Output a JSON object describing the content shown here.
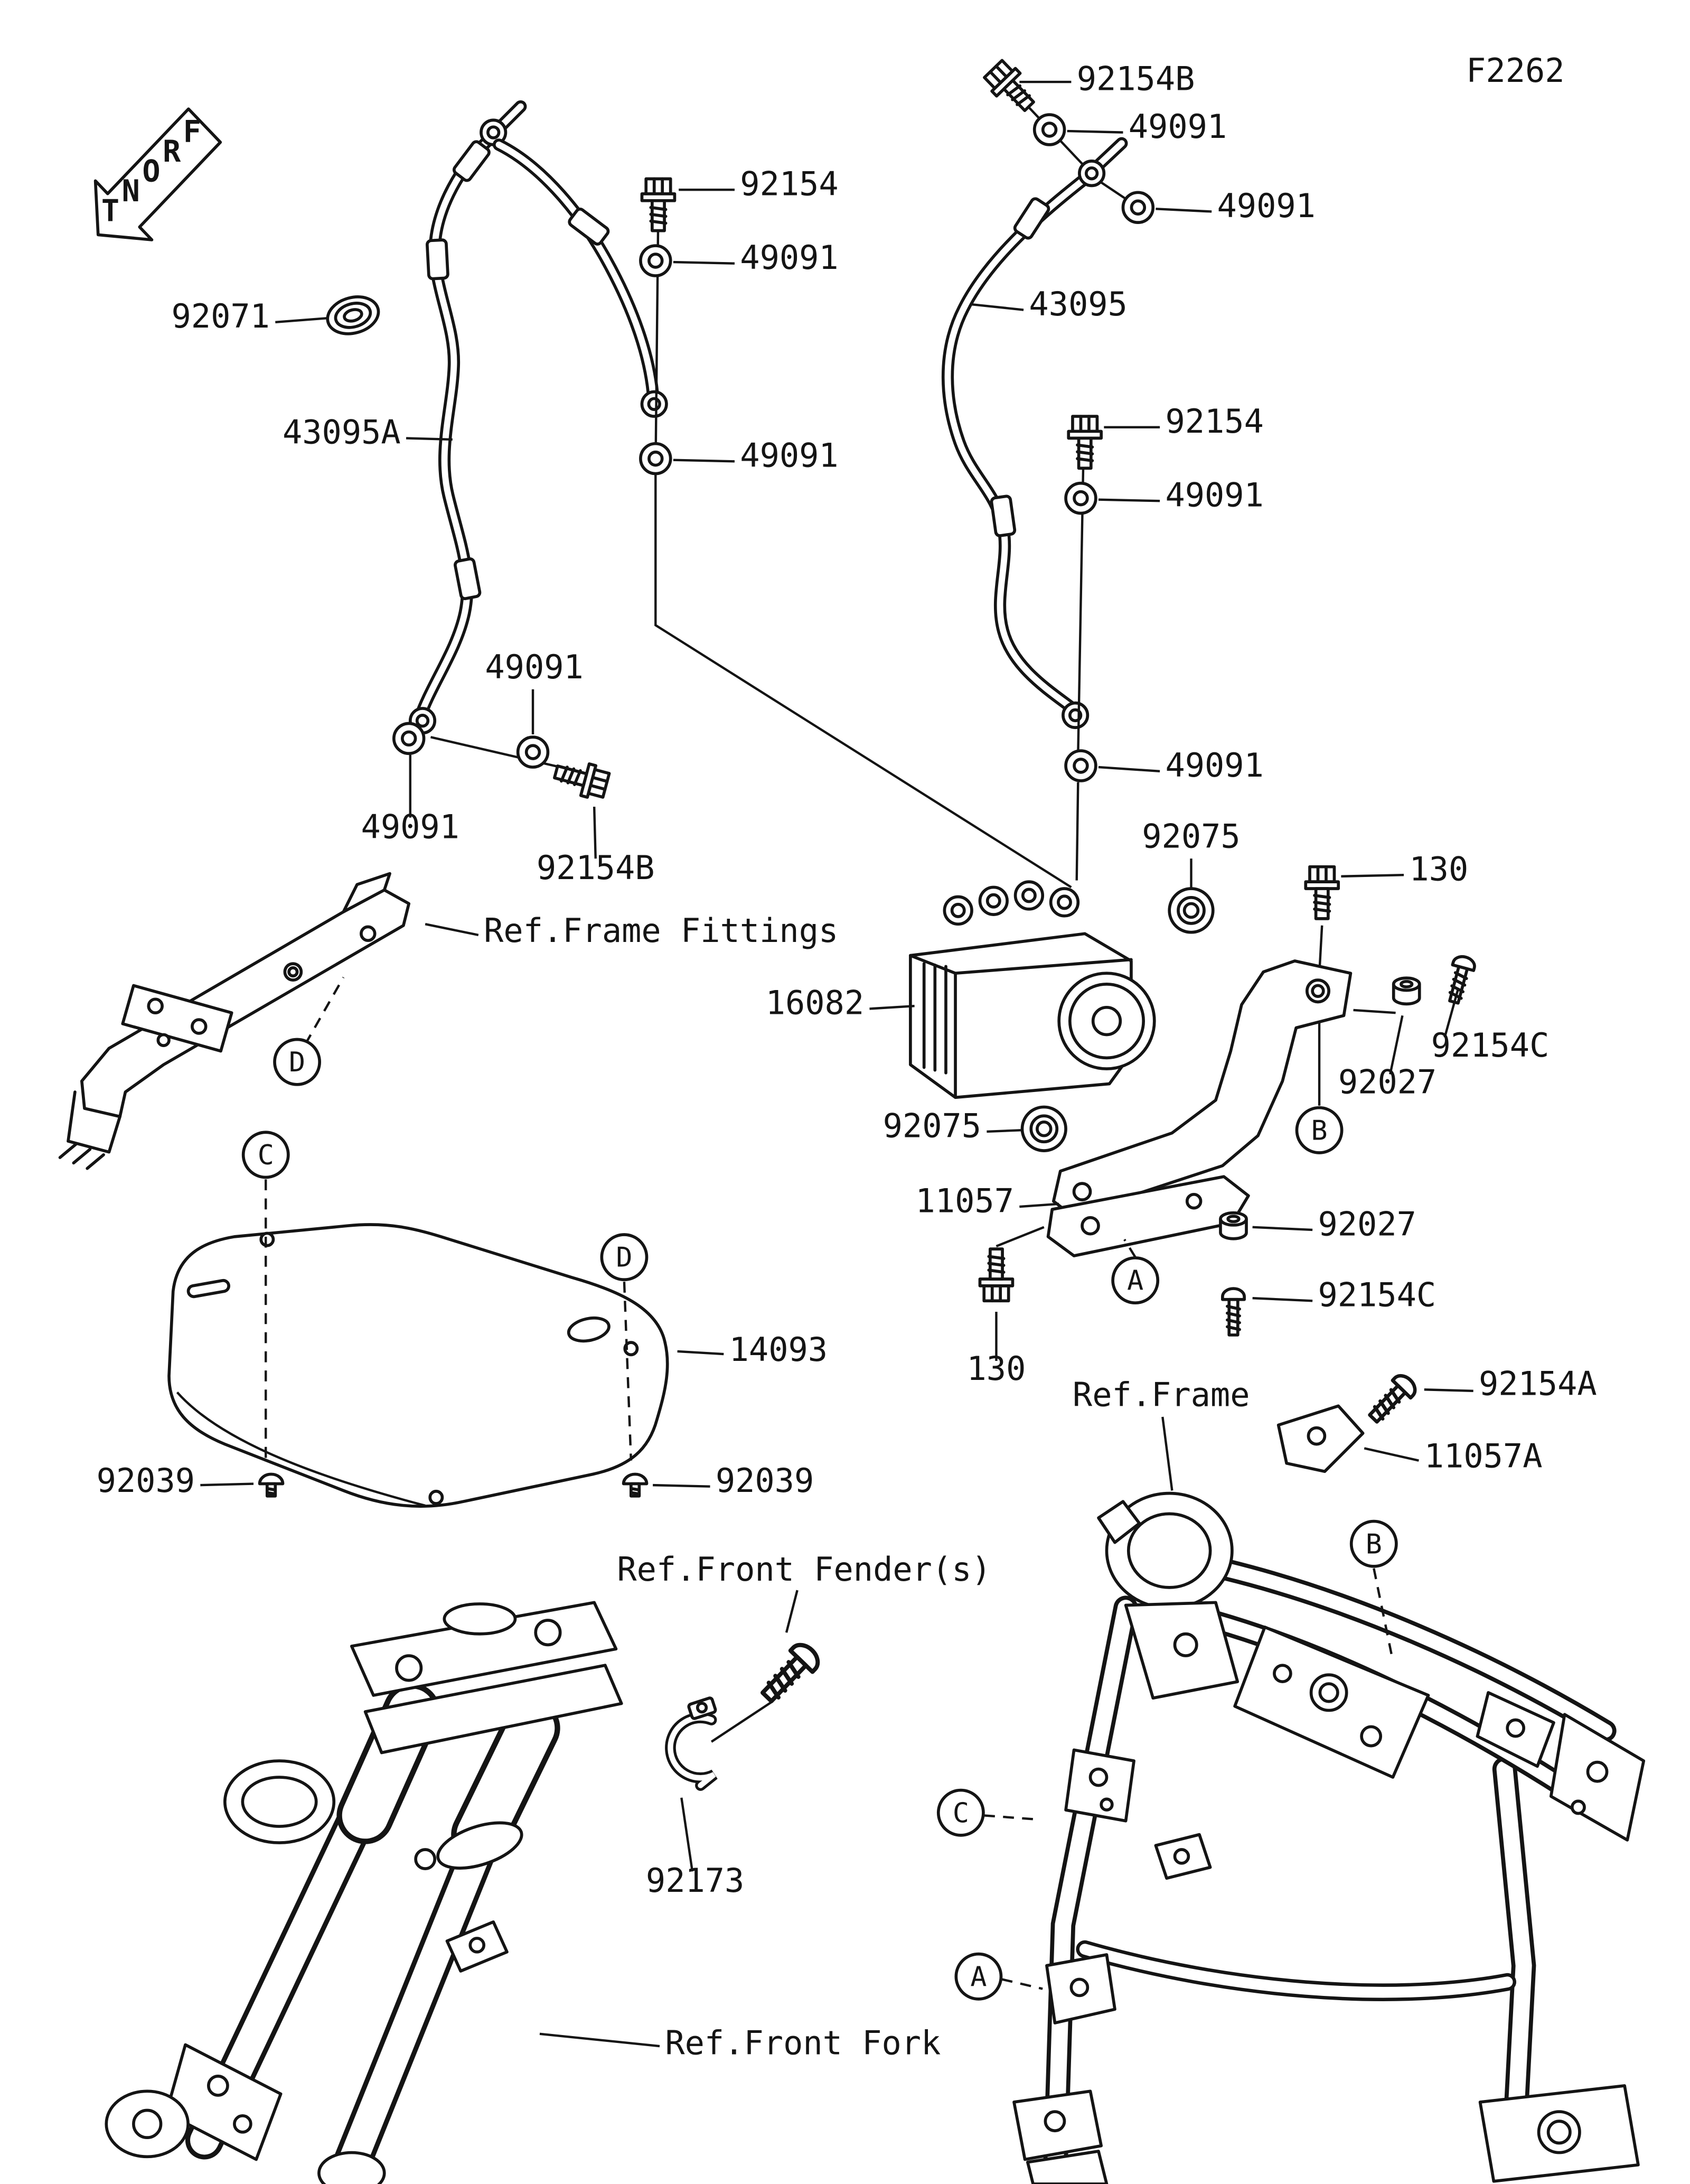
{
  "meta": {
    "code": "F2262",
    "front_label": "FRONT"
  },
  "parts": {
    "p130": "130",
    "p11057": "11057",
    "p11057A": "11057A",
    "p14093": "14093",
    "p16082": "16082",
    "p43095": "43095",
    "p43095A": "43095A",
    "p49091": "49091",
    "p92027": "92027",
    "p92039": "92039",
    "p92071": "92071",
    "p92075": "92075",
    "p92154": "92154",
    "p92154A": "92154A",
    "p92154B": "92154B",
    "p92154C": "92154C",
    "p92173": "92173"
  },
  "refs": {
    "frame_fittings": "Ref.Frame Fittings",
    "frame": "Ref.Frame",
    "front_fender": "Ref.Front Fender(s)",
    "front_fork": "Ref.Front Fork"
  },
  "callouts": {
    "a": "A",
    "b": "B",
    "c": "C",
    "d": "D"
  }
}
